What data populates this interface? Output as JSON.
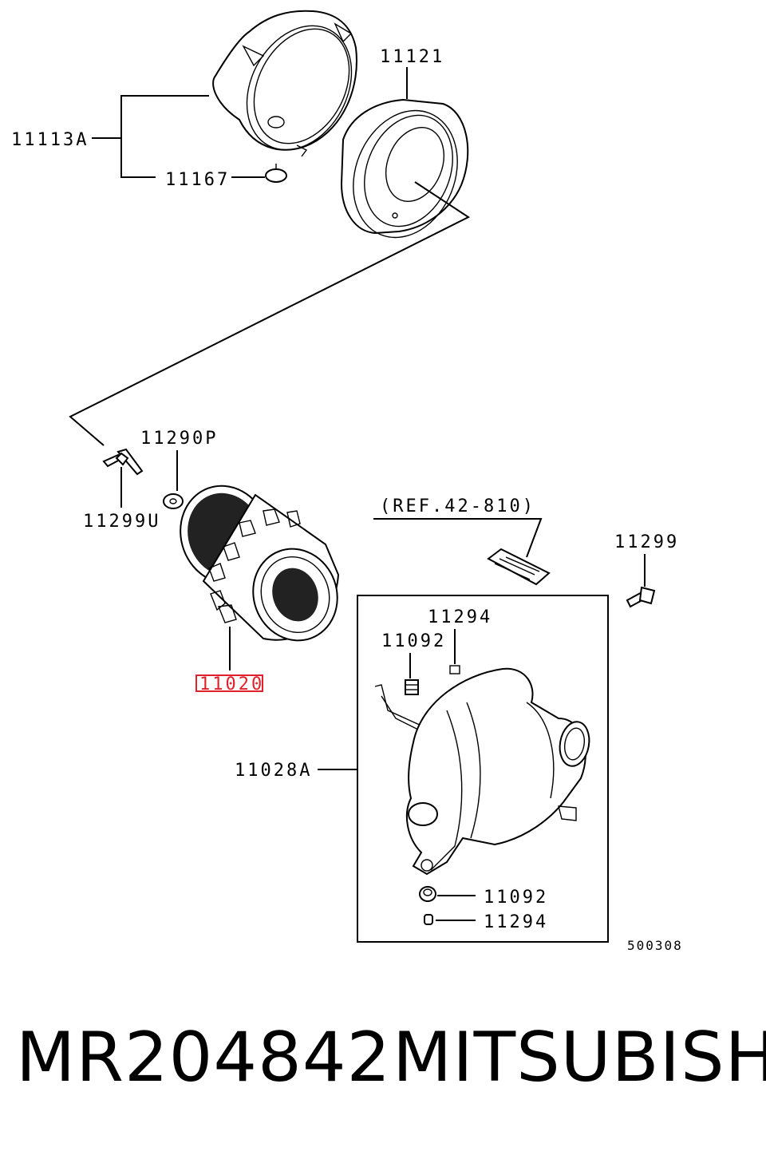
{
  "diagram": {
    "labels": {
      "p11121": "11121",
      "p11113A": "11113A",
      "p11167": "11167",
      "p11290P": "11290P",
      "p11299U": "11299U",
      "p11020": "11020",
      "ref": "(REF.42-810)",
      "p11299": "11299",
      "p11294_top": "11294",
      "p11092_top": "11092",
      "p11028A": "11028A",
      "p11092_bottom": "11092",
      "p11294_bottom": "11294",
      "drawing_code": "500308"
    },
    "highlight_color": "#e0202a"
  },
  "footer": {
    "part_number": "MR204842",
    "brand": "MITSUBISHI"
  }
}
